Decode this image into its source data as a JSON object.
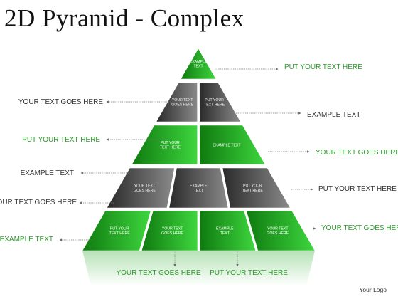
{
  "title": "2D Pyramid - Complex",
  "logo": "Your Logo",
  "colors": {
    "green_light": "#3ed63e",
    "green_dark": "#0f7a0f",
    "gray_light": "#8a8a8a",
    "gray_dark": "#2a2a2a",
    "label_green": "#2e9b2e",
    "label_dark": "#333333"
  },
  "pyramid": {
    "levels": [
      {
        "color": "green",
        "cells": [
          [
            "EXAMPLE",
            "TEXT"
          ]
        ]
      },
      {
        "color": "gray",
        "cells": [
          [
            "YOUR TEXT",
            "GOES HERE"
          ],
          [
            "PUT YOUR",
            "TEXT HERE"
          ]
        ]
      },
      {
        "color": "green",
        "cells": [
          [
            "PUT YOUR",
            "TEXT HERE"
          ],
          [
            "EXAMPLE TEXT"
          ]
        ]
      },
      {
        "color": "gray",
        "cells": [
          [
            "YOUR TEXT",
            "GOES HERE"
          ],
          [
            "EXAMPLE",
            "TEXT"
          ],
          [
            "PUT YOUR",
            "TEXT HERE"
          ]
        ]
      },
      {
        "color": "green",
        "cells": [
          [
            "PUT YOUR",
            "TEXT HERE"
          ],
          [
            "YOUR TEXT",
            "GOES HERE"
          ],
          [
            "EXAMPLE",
            "TEXT"
          ],
          [
            "YOUR TEXT",
            "GOES HERE"
          ]
        ]
      }
    ]
  },
  "callouts": {
    "right": [
      {
        "text": "PUT YOUR TEXT HERE",
        "color": "green"
      },
      {
        "text": "EXAMPLE TEXT",
        "color": "dark"
      },
      {
        "text": "YOUR TEXT GOES HERE",
        "color": "green"
      },
      {
        "text": "PUT YOUR TEXT HERE",
        "color": "dark"
      },
      {
        "text": "YOUR TEXT GOES HERE",
        "color": "green"
      }
    ],
    "left": [
      {
        "text": "YOUR TEXT GOES HERE",
        "color": "dark"
      },
      {
        "text": "PUT YOUR TEXT HERE",
        "color": "green"
      },
      {
        "text": "EXAMPLE TEXT",
        "color": "dark"
      },
      {
        "text": "YOUR TEXT GOES HERE",
        "color": "dark"
      },
      {
        "text": "EXAMPLE TEXT",
        "color": "green"
      }
    ],
    "bottom": [
      {
        "text": "YOUR TEXT GOES HERE",
        "color": "green"
      },
      {
        "text": "PUT YOUR TEXT HERE",
        "color": "green"
      }
    ]
  }
}
